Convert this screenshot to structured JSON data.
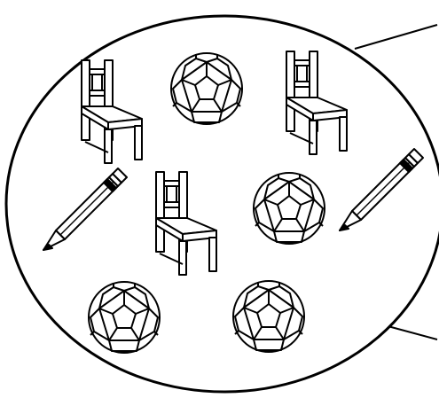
{
  "figure": {
    "group_shape": "oval",
    "pointer_lines": 2,
    "objects": [
      {
        "kind": "chair",
        "icon": "chair-icon"
      },
      {
        "kind": "soccer-ball",
        "icon": "soccer-ball-icon"
      },
      {
        "kind": "chair",
        "icon": "chair-icon"
      },
      {
        "kind": "pencil",
        "icon": "pencil-icon"
      },
      {
        "kind": "chair",
        "icon": "chair-icon"
      },
      {
        "kind": "soccer-ball",
        "icon": "soccer-ball-icon"
      },
      {
        "kind": "pencil",
        "icon": "pencil-icon"
      },
      {
        "kind": "soccer-ball",
        "icon": "soccer-ball-icon"
      },
      {
        "kind": "soccer-ball",
        "icon": "soccer-ball-icon"
      }
    ],
    "colors": {
      "ink": "#000000",
      "paper": "#ffffff"
    }
  }
}
